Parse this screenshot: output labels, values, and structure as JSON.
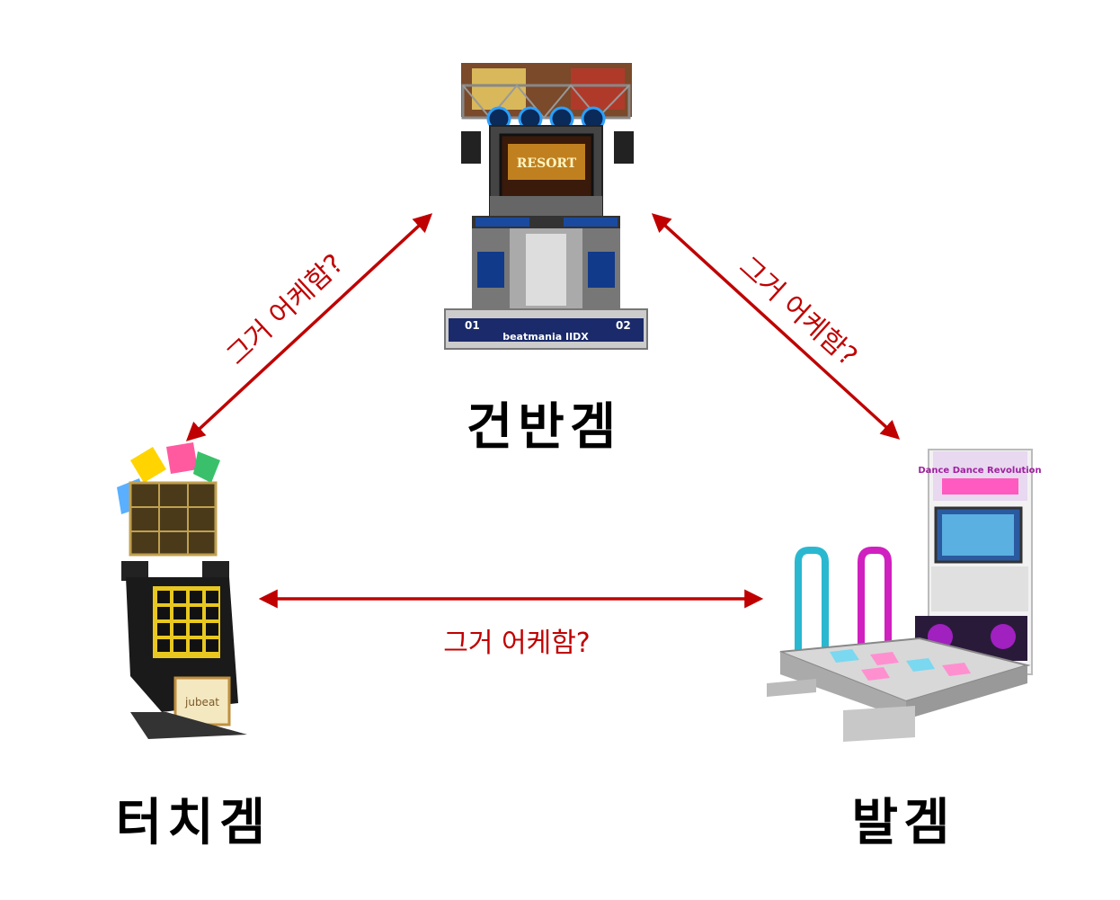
{
  "nodes": {
    "top": {
      "label": "건반겜"
    },
    "left": {
      "label": "터치겜"
    },
    "right": {
      "label": "발겜"
    }
  },
  "edges": {
    "top_left": {
      "label": "그거 어케함?"
    },
    "top_right": {
      "label": "그거 어케함?"
    },
    "left_right": {
      "label": "그거 어케함?"
    }
  },
  "machine_texts": {
    "top_marquee": "beatmania IIDX",
    "top_player1": "01",
    "top_player2": "02",
    "left_brand": "jubeat",
    "right_marquee": "Dance Dance Revolution"
  },
  "colors": {
    "arrow": "#c00000",
    "edge_text": "#c00000",
    "label_text": "#000000"
  }
}
